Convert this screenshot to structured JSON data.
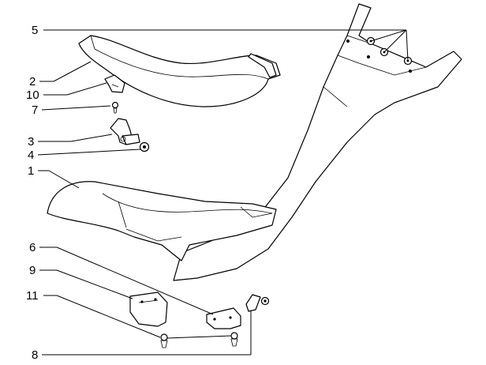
{
  "callouts": [
    {
      "id": "5",
      "label": "5"
    },
    {
      "id": "2",
      "label": "2"
    },
    {
      "id": "10",
      "label": "10"
    },
    {
      "id": "7",
      "label": "7"
    },
    {
      "id": "3",
      "label": "3"
    },
    {
      "id": "4",
      "label": "4"
    },
    {
      "id": "1",
      "label": "1"
    },
    {
      "id": "6",
      "label": "6"
    },
    {
      "id": "9",
      "label": "9"
    },
    {
      "id": "11",
      "label": "11"
    },
    {
      "id": "8",
      "label": "8"
    }
  ],
  "colors": {
    "ink": "#000000",
    "paper": "#ffffff"
  }
}
